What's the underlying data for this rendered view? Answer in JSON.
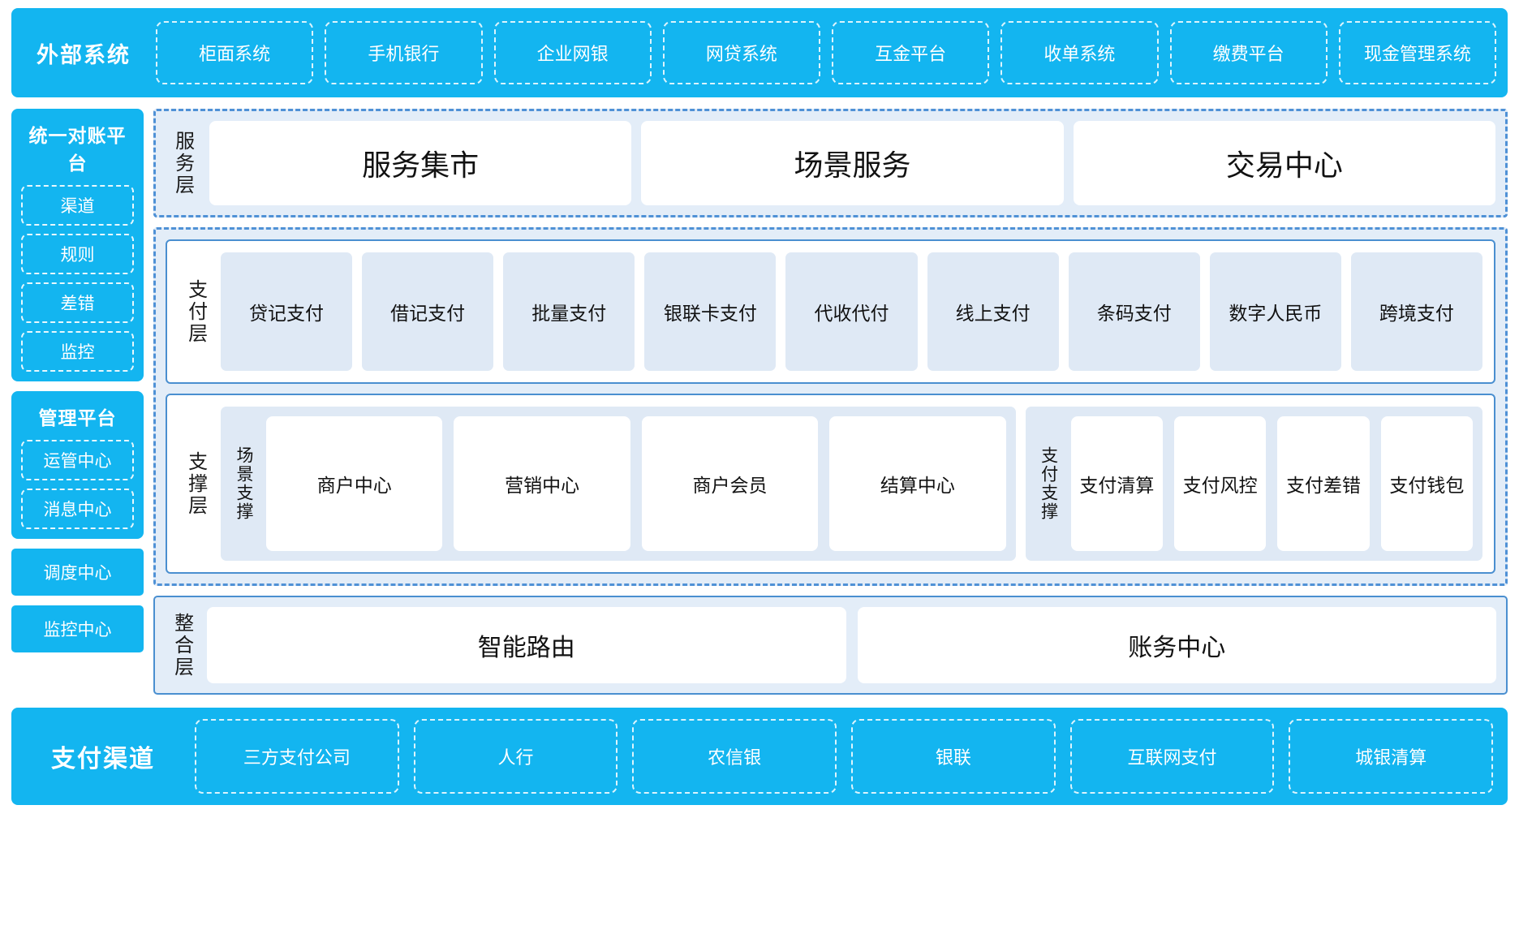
{
  "external": {
    "title": "外部系统",
    "items": [
      "柜面系统",
      "手机银行",
      "企业网银",
      "网贷系统",
      "互金平台",
      "收单系统",
      "缴费平台",
      "现金管理系统"
    ]
  },
  "rail": {
    "recon": {
      "title": "统一对账平台",
      "items": [
        "渠道",
        "规则",
        "差错",
        "监控"
      ]
    },
    "manage": {
      "title": "管理平台",
      "items": [
        "运管中心",
        "消息中心"
      ]
    },
    "solo": [
      "调度中心",
      "监控中心"
    ]
  },
  "service_layer": {
    "label": "服务层",
    "cards": [
      "服务集市",
      "场景服务",
      "交易中心"
    ]
  },
  "payment_layer": {
    "label": "支付层",
    "cards": [
      "贷记支付",
      "借记支付",
      "批量支付",
      "银联卡支付",
      "代收代付",
      "线上支付",
      "条码支付",
      "数字人民币",
      "跨境支付"
    ]
  },
  "support_layer": {
    "label": "支撑层",
    "groups": [
      {
        "label": "场景支撑",
        "cards": [
          "商户中心",
          "营销中心",
          "商户会员",
          "结算中心"
        ]
      },
      {
        "label": "支付支撑",
        "cards": [
          "支付清算",
          "支付风控",
          "支付差错",
          "支付钱包"
        ]
      }
    ]
  },
  "integration_layer": {
    "label": "整合层",
    "cards": [
      "智能路由",
      "账务中心"
    ]
  },
  "channels": {
    "title": "支付渠道",
    "items": [
      "三方支付公司",
      "人行",
      "农信银",
      "银联",
      "互联网支付",
      "城银清算"
    ]
  },
  "colors": {
    "brand_cyan": "#13B5F0",
    "panel_blue": "#dfe9f5",
    "border_blue": "#4a8fd0",
    "zone_bg": "#e3edf8"
  }
}
